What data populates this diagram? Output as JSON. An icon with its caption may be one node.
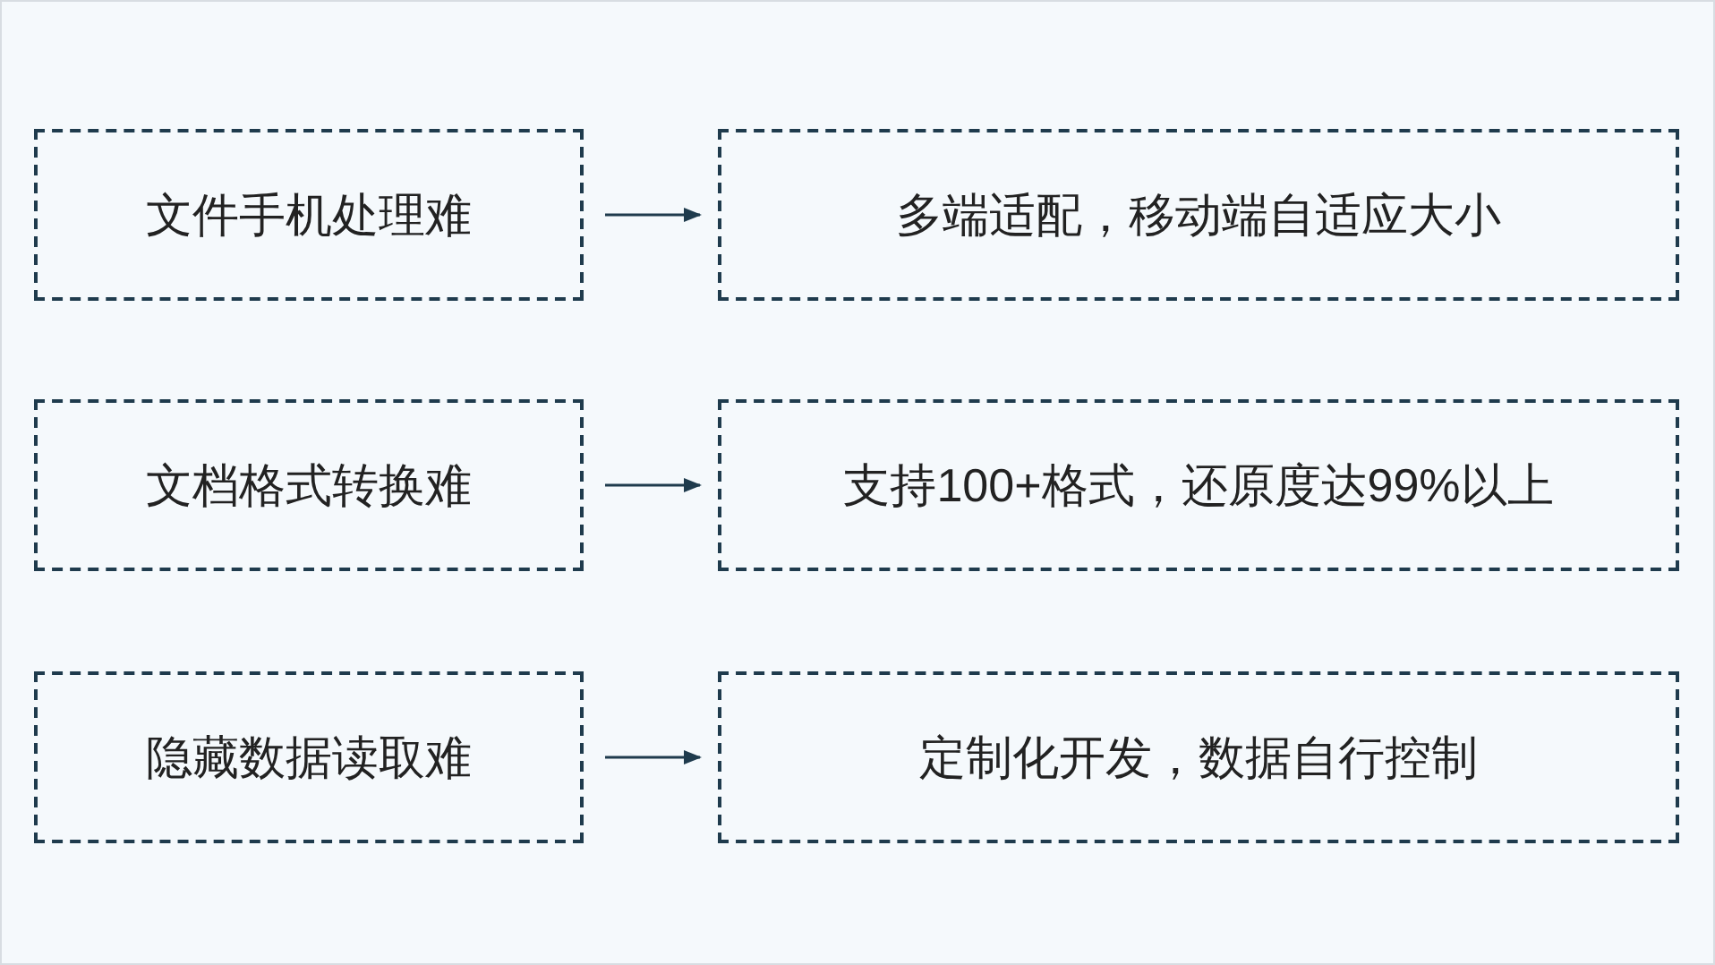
{
  "diagram": {
    "nodes": [
      {
        "text": [
          "文件手机处理难"
        ]
      },
      {
        "text": [
          "多端适配，移动端自适应大小"
        ]
      },
      {
        "text": [
          "文档格式转换难"
        ]
      },
      {
        "text": [
          "支持100+格式，还原度达99%以上"
        ]
      },
      {
        "text": [
          "隐藏数据读取难"
        ]
      },
      {
        "text": [
          "定制化开发，数据自行控制"
        ]
      }
    ],
    "edges": [
      {
        "from": 0,
        "to": 1,
        "arrow": "to"
      },
      {
        "from": 2,
        "to": 3,
        "arrow": "to"
      },
      {
        "from": 4,
        "to": 5,
        "arrow": "to"
      }
    ]
  }
}
